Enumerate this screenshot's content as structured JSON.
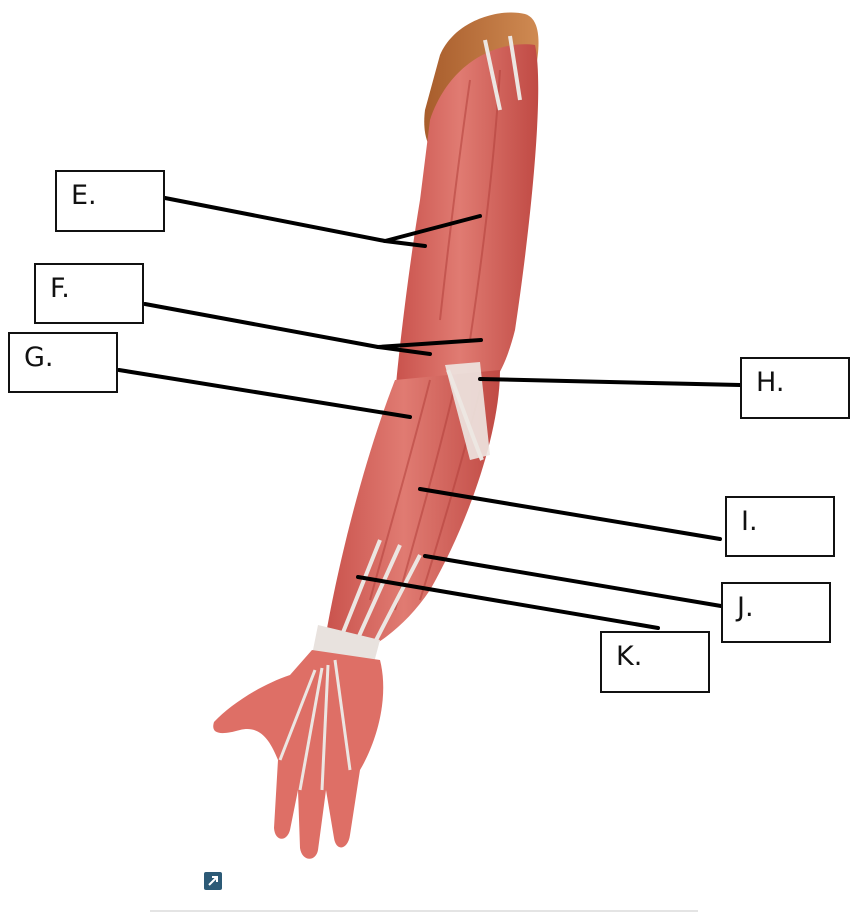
{
  "labels": {
    "e": "E.",
    "f": "F.",
    "g": "G.",
    "h": "H.",
    "i": "I.",
    "j": "J.",
    "k": "K."
  },
  "icons": {
    "expand": "expand-icon"
  },
  "colors": {
    "muscle": "#d9605a",
    "muscle_dark": "#b8423e",
    "tendon": "#e8e4e0",
    "shoulder": "#b8703c",
    "leader_line": "#000000"
  }
}
